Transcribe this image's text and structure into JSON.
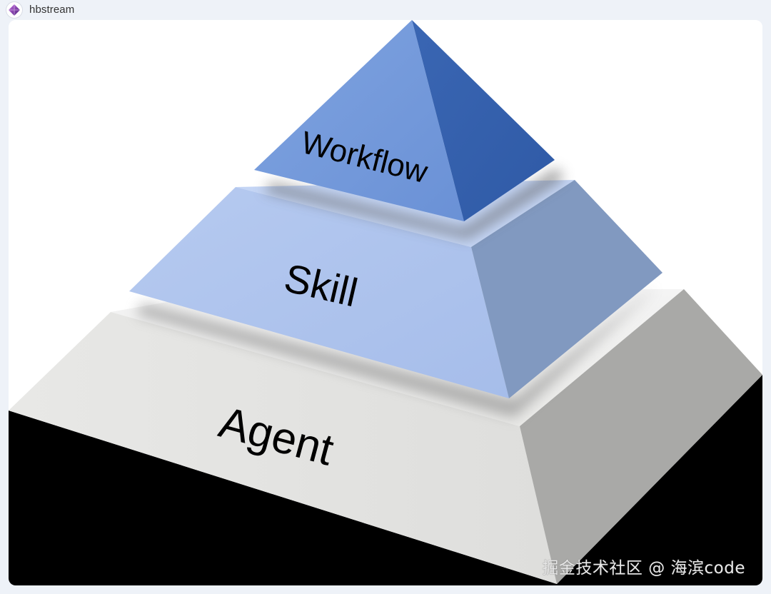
{
  "window": {
    "app_title": "hbstream",
    "app_icon": "puzzle-app-icon"
  },
  "diagram": {
    "type": "stacked-pyramid",
    "layers": [
      {
        "label": "Workflow",
        "position": "top",
        "color": "#6f96d8"
      },
      {
        "label": "Skill",
        "position": "middle",
        "color": "#aec4ee"
      },
      {
        "label": "Agent",
        "position": "bottom",
        "color": "#e3e3e1"
      }
    ]
  },
  "watermark": {
    "text": "掘金技术社区 @ 海滨code"
  },
  "colors": {
    "window_bg": "#eef2f8",
    "workflow_front": "#6f96d8",
    "workflow_side": "#3460ad",
    "skill_front": "#aec4ee",
    "skill_side": "#8199c0",
    "agent_front": "#e3e3e1",
    "agent_side": "#a9a9a7",
    "floor": "#000000"
  }
}
